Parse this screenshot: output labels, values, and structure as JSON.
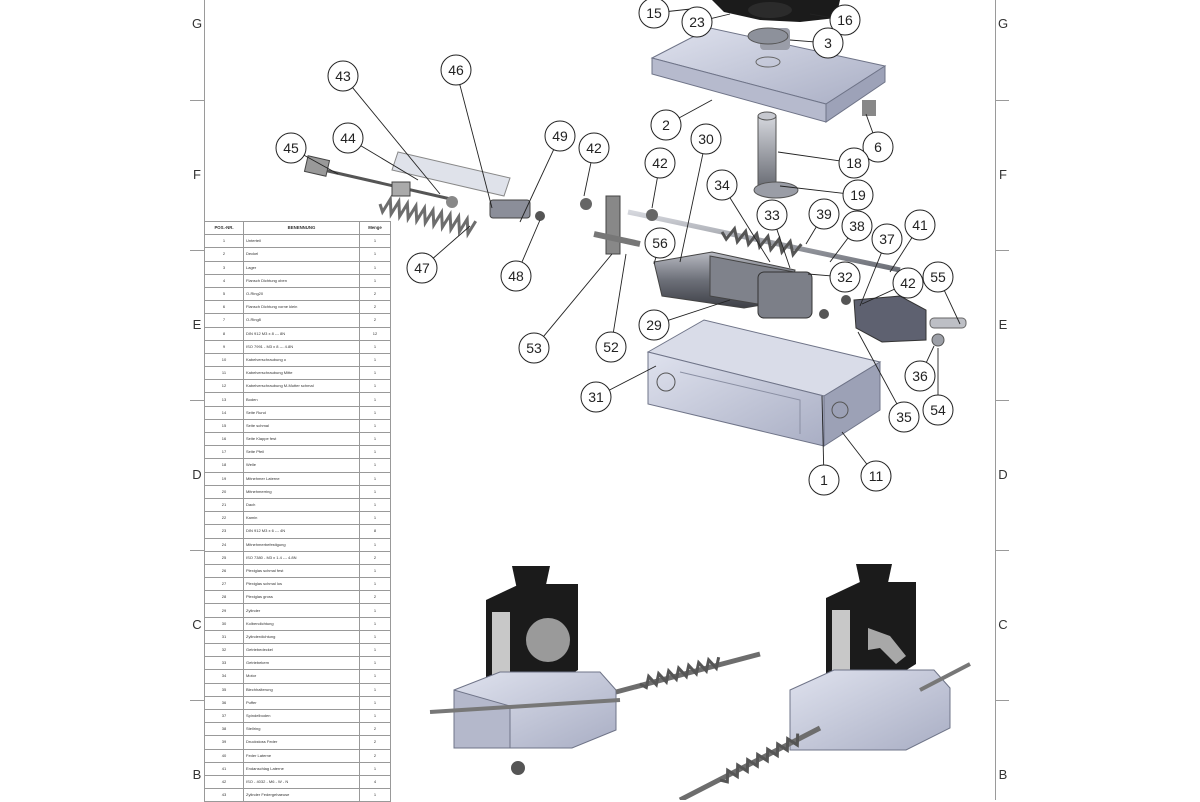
{
  "zones": {
    "left": [
      "G",
      "F",
      "E",
      "D",
      "C",
      "B"
    ],
    "right": [
      "G",
      "F",
      "E",
      "D",
      "C",
      "B"
    ]
  },
  "bom": {
    "headers": [
      "POS.-NR.",
      "BENENNUNG",
      "Menge"
    ],
    "rows": [
      [
        "1",
        "Unterteil",
        "1"
      ],
      [
        "2",
        "Deckel",
        "1"
      ],
      [
        "3",
        "Lager",
        "1"
      ],
      [
        "4",
        "Flansch Dichtung oben",
        "1"
      ],
      [
        "5",
        "O-Ring20",
        "2"
      ],
      [
        "6",
        "Flansch Dichtung vorne klein",
        "2"
      ],
      [
        "7",
        "O-Ring8",
        "2"
      ],
      [
        "8",
        "DIN 912 M3 x 8 --- 8N",
        "12"
      ],
      [
        "9",
        "ISO 7991 - M3 x 8 --- 4.8N",
        "1"
      ],
      [
        "10",
        "Kabelverschraubung o",
        "1"
      ],
      [
        "11",
        "Kabelverschraubung Mitte",
        "1"
      ],
      [
        "12",
        "Kabelverschraubung M-Mutter schmal",
        "1"
      ],
      [
        "13",
        "Boden",
        "1"
      ],
      [
        "14",
        "Seite Rund",
        "1"
      ],
      [
        "15",
        "Seite schmal",
        "1"
      ],
      [
        "16",
        "Seite Klappe fest",
        "1"
      ],
      [
        "17",
        "Seite Pfeil",
        "1"
      ],
      [
        "18",
        "Welle",
        "1"
      ],
      [
        "19",
        "Mitnehmer Laterne",
        "1"
      ],
      [
        "20",
        "Mitnehmerring",
        "1"
      ],
      [
        "21",
        "Dach",
        "1"
      ],
      [
        "22",
        "Kamin",
        "1"
      ],
      [
        "23",
        "DIN 912 M3 x 6 --- 4N",
        "8"
      ],
      [
        "24",
        "Mitnehmerbefestigung",
        "1"
      ],
      [
        "25",
        "ISO 7380 - M3 x 1.4 --- 4.8N",
        "2"
      ],
      [
        "26",
        "Plexiglas schmal fest",
        "1"
      ],
      [
        "27",
        "Plexiglas schmal los",
        "1"
      ],
      [
        "28",
        "Plexiglas gross",
        "2"
      ],
      [
        "29",
        "Zylinder",
        "1"
      ],
      [
        "30",
        "Kolbendichtung",
        "1"
      ],
      [
        "31",
        "Zylinderdichtung",
        "1"
      ],
      [
        "32",
        "Getriebedeckel",
        "1"
      ],
      [
        "33",
        "Getriebekern",
        "1"
      ],
      [
        "34",
        "Motor",
        "1"
      ],
      [
        "35",
        "Blechhalterung",
        "1"
      ],
      [
        "36",
        "Puffer",
        "1"
      ],
      [
        "37",
        "Spindelboden",
        "1"
      ],
      [
        "38",
        "Stellring",
        "2"
      ],
      [
        "39",
        "Druckstoss Feder",
        "2"
      ],
      [
        "40",
        "Feder Laterne",
        "2"
      ],
      [
        "41",
        "Endanschlag Laterne",
        "1"
      ],
      [
        "42",
        "ISO - 4032 - M6 - W - N",
        "4"
      ],
      [
        "43",
        "Zylinder Federgehaeuse",
        "1"
      ]
    ]
  },
  "callouts": [
    {
      "n": "15"
    },
    {
      "n": "23"
    },
    {
      "n": "16"
    },
    {
      "n": "3"
    },
    {
      "n": "2"
    },
    {
      "n": "6"
    },
    {
      "n": "18"
    },
    {
      "n": "19"
    },
    {
      "n": "43"
    },
    {
      "n": "46"
    },
    {
      "n": "44"
    },
    {
      "n": "45"
    },
    {
      "n": "49"
    },
    {
      "n": "42"
    },
    {
      "n": "42"
    },
    {
      "n": "30"
    },
    {
      "n": "47"
    },
    {
      "n": "48"
    },
    {
      "n": "34"
    },
    {
      "n": "33"
    },
    {
      "n": "39"
    },
    {
      "n": "38"
    },
    {
      "n": "41"
    },
    {
      "n": "37"
    },
    {
      "n": "56"
    },
    {
      "n": "32"
    },
    {
      "n": "42"
    },
    {
      "n": "55"
    },
    {
      "n": "29"
    },
    {
      "n": "53"
    },
    {
      "n": "52"
    },
    {
      "n": "36"
    },
    {
      "n": "31"
    },
    {
      "n": "35"
    },
    {
      "n": "54"
    },
    {
      "n": "1"
    },
    {
      "n": "11"
    }
  ],
  "colors": {
    "housing": "#c9cde0",
    "housing_edge": "#6f7488",
    "lamp_black": "#1b1b1b",
    "metal": "#8a8d96",
    "spring": "#6d6d6d"
  }
}
